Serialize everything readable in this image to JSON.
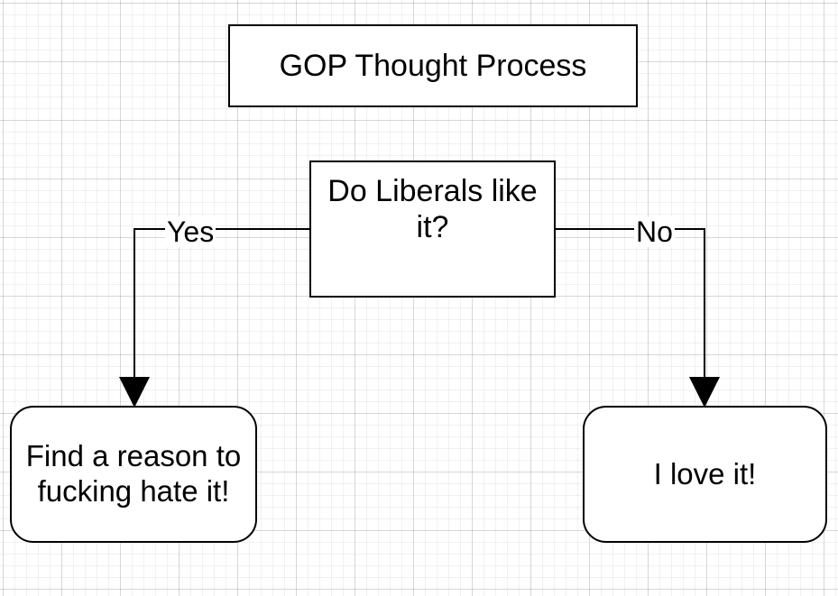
{
  "diagram": {
    "title": "GOP Thought Process",
    "decision": "Do Liberals like it?",
    "yes_label": "Yes",
    "no_label": "No",
    "yes_outcome": "Find a reason to fucking hate it!",
    "no_outcome": "I love it!"
  },
  "colors": {
    "stroke": "#000000",
    "fill": "#ffffff",
    "grid": "#e6e6e6"
  }
}
